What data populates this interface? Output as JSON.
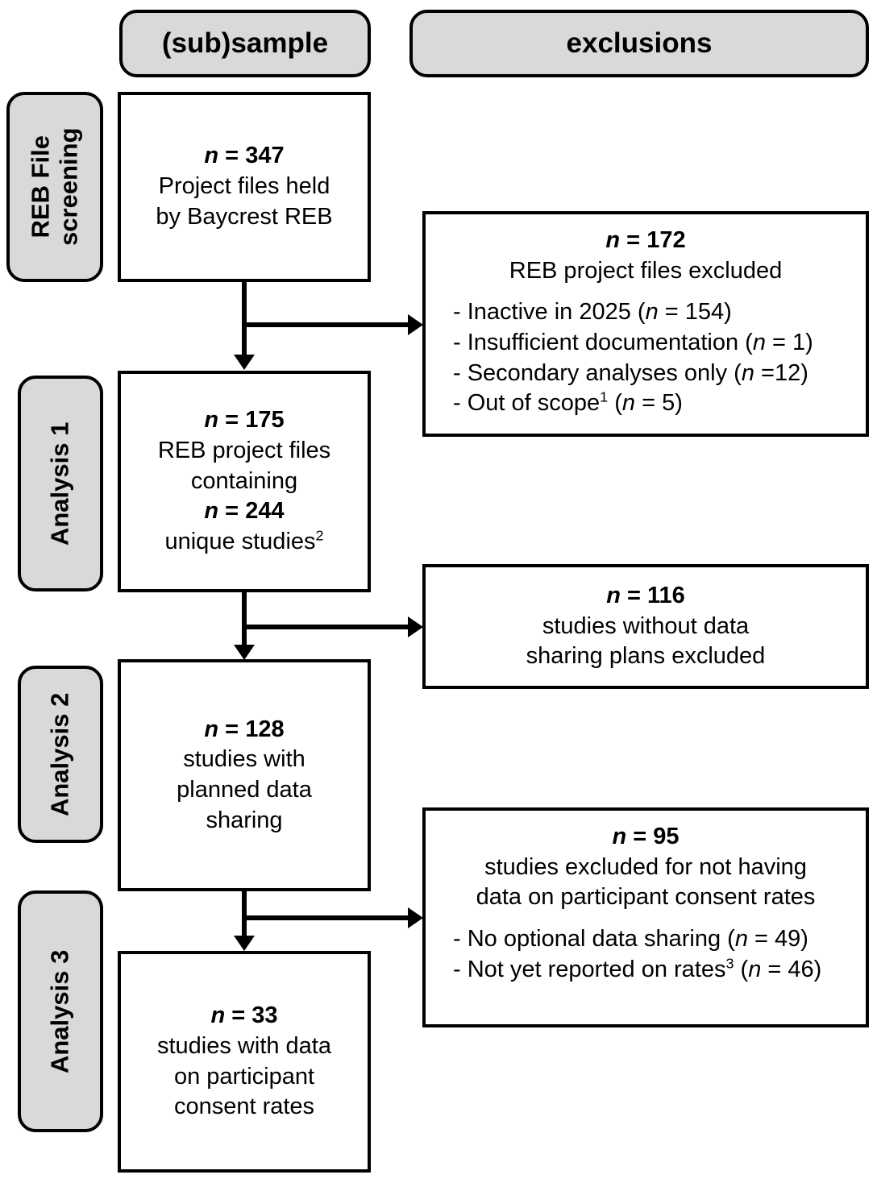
{
  "figure": {
    "type": "flowchart",
    "columns": {
      "sample_header": "(sub)sample",
      "exclusions_header": "exclusions"
    },
    "stages": [
      {
        "id": "reb-file-screening",
        "label_line1": "REB File",
        "label_line2": "screening"
      },
      {
        "id": "analysis-1",
        "label_line1": "Analysis 1",
        "label_line2": ""
      },
      {
        "id": "analysis-2",
        "label_line1": "Analysis 2",
        "label_line2": ""
      },
      {
        "id": "analysis-3",
        "label_line1": "Analysis 3",
        "label_line2": ""
      }
    ],
    "sample_boxes": [
      {
        "id": "box-347",
        "n_label": "n",
        "eq": " = ",
        "n_value": "347",
        "lines": [
          "Project files held",
          "by Baycrest REB"
        ]
      },
      {
        "id": "box-175-244",
        "n_label": "n",
        "eq": " = ",
        "n_value": "175",
        "lines": [
          "REB project files",
          "containing"
        ],
        "n_label2": "n",
        "n_value2": "244",
        "lines2": [
          "unique studies"
        ],
        "footnote2": "2"
      },
      {
        "id": "box-128",
        "n_label": "n",
        "eq": " = ",
        "n_value": "128",
        "lines": [
          "studies with",
          "planned data",
          "sharing"
        ]
      },
      {
        "id": "box-33",
        "n_label": "n",
        "eq": " = ",
        "n_value": "33",
        "lines": [
          "studies with data",
          "on participant",
          "consent rates"
        ]
      }
    ],
    "exclusion_boxes": [
      {
        "id": "excl-172",
        "n_label": "n",
        "eq": " = ",
        "n_value": "172",
        "heading": "REB project files excluded",
        "bullets": [
          {
            "text": "- Inactive in 2025 (",
            "n": "n",
            "mid": " = 154)",
            "sup": ""
          },
          {
            "text": "- Insufficient documentation (",
            "n": "n",
            "mid": " = 1)",
            "sup": ""
          },
          {
            "text": "- Secondary analyses only (",
            "n": "n",
            "mid": " =12)",
            "sup": ""
          },
          {
            "text": "- Out of scope",
            "n": "n",
            "mid": " = 5)",
            "sup": "1",
            "pre_paren": " ("
          }
        ]
      },
      {
        "id": "excl-116",
        "n_label": "n",
        "eq": " = ",
        "n_value": "116",
        "lines": [
          "studies without data",
          "sharing plans excluded"
        ]
      },
      {
        "id": "excl-95",
        "n_label": "n",
        "eq": " = ",
        "n_value": "95",
        "heading_lines": [
          "studies excluded for not having",
          "data on participant consent rates"
        ],
        "bullets": [
          {
            "text": "- No optional data sharing (",
            "n": "n",
            "mid": " = 49)",
            "sup": ""
          },
          {
            "text": "- Not yet reported on rates",
            "n": "n",
            "mid": " = 46)",
            "sup": "3",
            "pre_paren": " ("
          }
        ]
      }
    ],
    "colors": {
      "pill_fill": "#d9d9d9",
      "stroke": "#000000",
      "box_fill": "#ffffff"
    }
  }
}
